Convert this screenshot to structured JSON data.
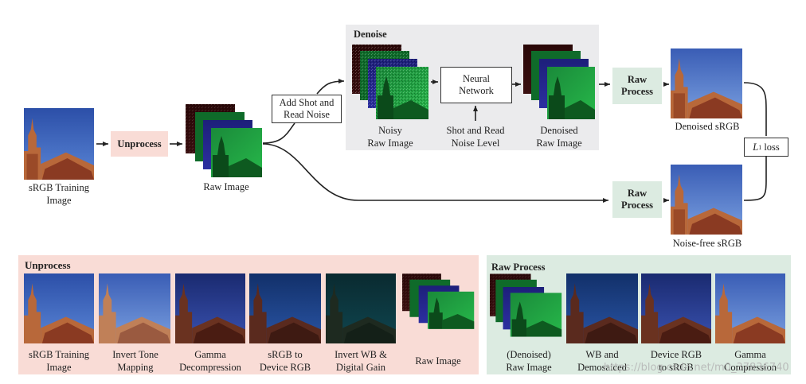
{
  "top": {
    "srgb_training_label": "sRGB Training\nImage",
    "unprocess_box": "Unprocess",
    "raw_image_label": "Raw Image",
    "add_noise_box": "Add Shot and\nRead Noise",
    "denoise_title": "Denoise",
    "noisy_raw_label": "Noisy\nRaw Image",
    "neural_network_box": "Neural\nNetwork",
    "noise_level_label": "Shot and Read\nNoise Level",
    "denoised_raw_label": "Denoised\nRaw Image",
    "raw_process_top": "Raw\nProcess",
    "raw_process_bottom": "Raw\nProcess",
    "denoised_srgb_label": "Denoised sRGB",
    "noise_free_srgb_label": "Noise-free sRGB",
    "loss_box_l": "L",
    "loss_box_sub": "1",
    "loss_box_text": " loss"
  },
  "unprocess_panel": {
    "title": "Unprocess",
    "steps": [
      "sRGB Training\nImage",
      "Invert Tone\nMapping",
      "Gamma\nDecompression",
      "sRGB to\nDevice RGB",
      "Invert WB &\nDigital Gain",
      "Raw Image"
    ]
  },
  "raw_process_panel": {
    "title": "Raw Process",
    "steps": [
      "(Denoised)\nRaw Image",
      "WB and\nDemosaiced",
      "Device RGB\nto sRGB",
      "Gamma\nCompression"
    ]
  },
  "watermark": "https://blog.csdn.net/m0_37836740",
  "colors": {
    "pink_bg": "#f9dcd6",
    "green_bg": "#dcebe1",
    "gray_bg": "#ebebed"
  }
}
